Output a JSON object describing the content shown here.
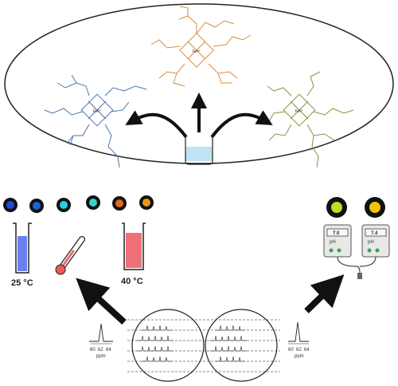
{
  "molecules": {
    "top": {
      "color": "#d98a3e",
      "metal_label": "Fe²⁺"
    },
    "left": {
      "color": "#4a77b0",
      "metal_label": "Fe²⁺"
    },
    "right": {
      "color": "#7a9a3a",
      "metal_label": "Fe²⁺"
    }
  },
  "temperature": {
    "cold_label": "25 °C",
    "hot_label": "40 °C",
    "dots": [
      "#1f4bd8",
      "#1a63d8",
      "#2ad0e0",
      "#2fd8cc",
      "#e06a1a",
      "#e89a10"
    ]
  },
  "ph": {
    "dots": [
      "#b8e02a",
      "#f0c400"
    ],
    "meter_left_value": "7.0",
    "meter_right_value": "7.4",
    "meter_unit": "pH"
  },
  "spectra": {
    "left_ticks": [
      "60",
      "62",
      "64"
    ],
    "left_unit": "ppm",
    "right_ticks": [
      "60",
      "62",
      "64"
    ],
    "right_unit": "ppm"
  }
}
